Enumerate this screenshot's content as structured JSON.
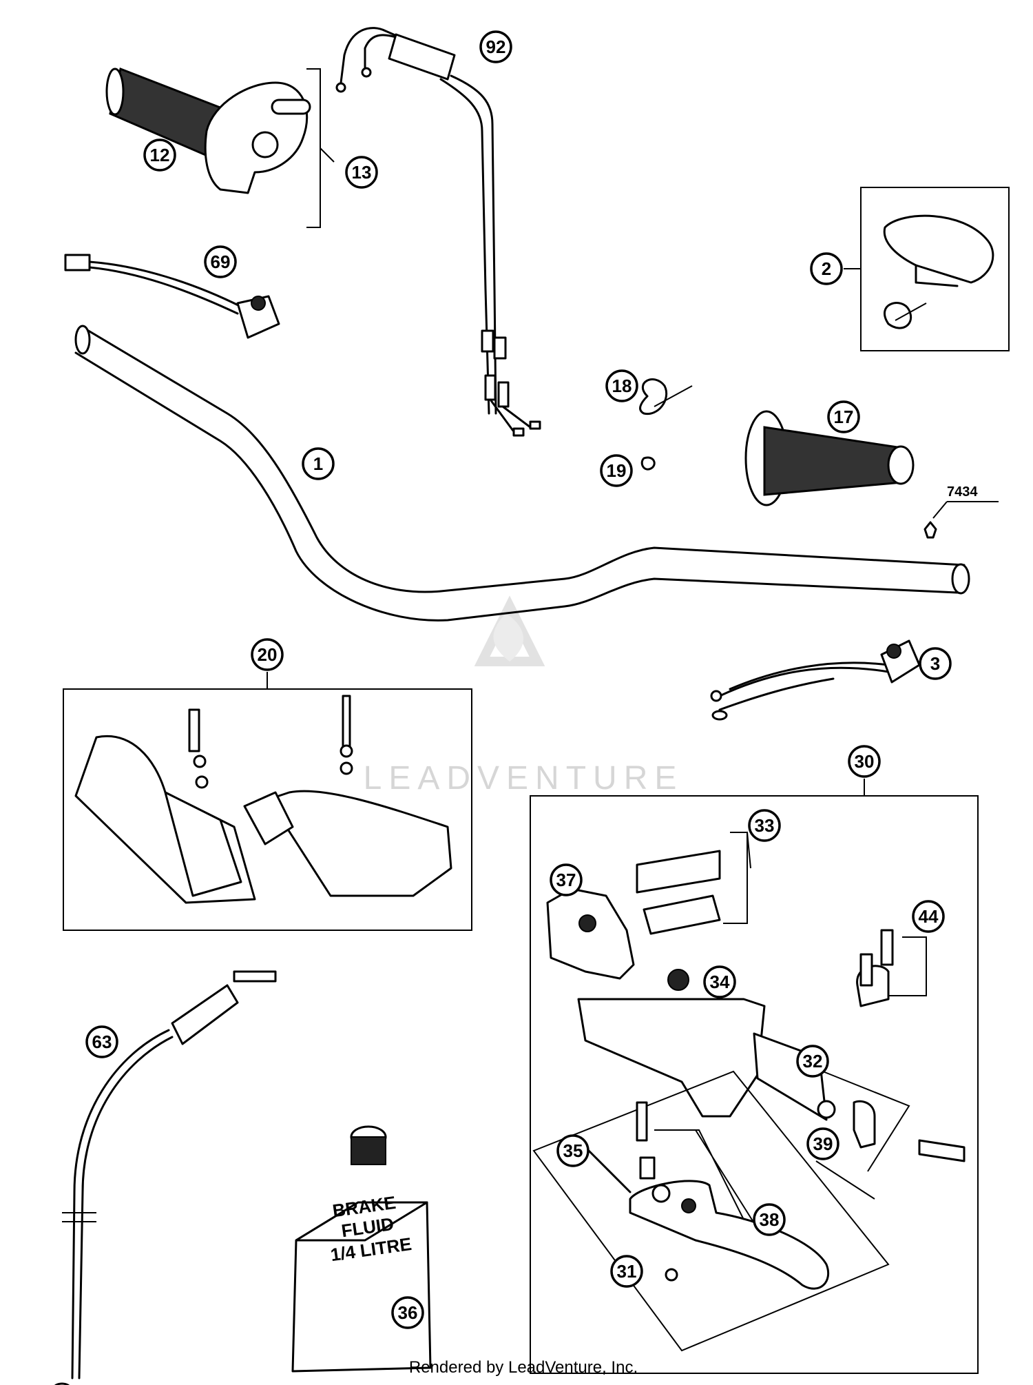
{
  "callouts": {
    "c92": "92",
    "c12": "12",
    "c13": "13",
    "c69": "69",
    "c2": "2",
    "c18": "18",
    "c17": "17",
    "c19": "19",
    "c1": "1",
    "c3": "3",
    "c20": "20",
    "c30": "30",
    "c33": "33",
    "c37": "37",
    "c44": "44",
    "c34": "34",
    "c32": "32",
    "c63": "63",
    "c35": "35",
    "c39": "39",
    "c38": "38",
    "c31": "31",
    "c36": "36"
  },
  "part_number_label": "7434",
  "brake_fluid_can": {
    "line1": "BRAKE",
    "line2": "FLUID",
    "line3": "1/4 LITRE"
  },
  "watermark": "LEADVENTURE",
  "credit": "Rendered by LeadVenture, Inc."
}
